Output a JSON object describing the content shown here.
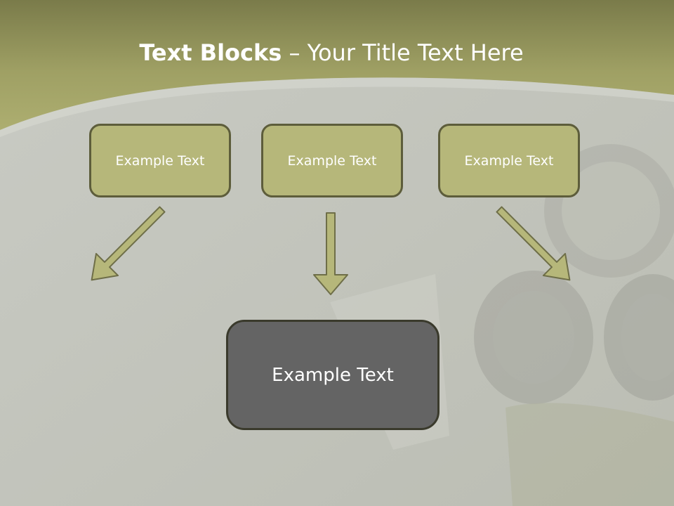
{
  "title": {
    "bold_part": "Text Blocks",
    "separator": " – ",
    "regular_part": "Your Title Text Here"
  },
  "blocks": [
    {
      "label": "Example Text"
    },
    {
      "label": "Example Text"
    },
    {
      "label": "Example Text"
    }
  ],
  "target_block": {
    "label": "Example Text"
  },
  "colors": {
    "header_band": "#a9aa6d",
    "block_fill": "#b6b77a",
    "block_border": "#5d5d3b",
    "arrow_fill": "#b6b77a",
    "target_fill": "#646464",
    "background": "#c5c7bf"
  }
}
